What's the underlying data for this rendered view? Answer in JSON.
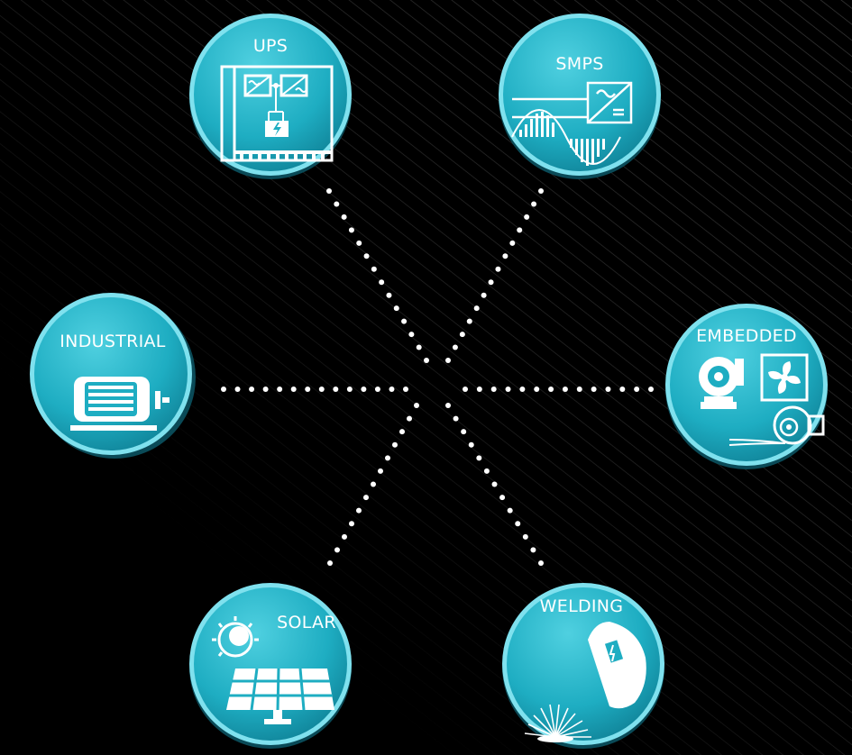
{
  "colors": {
    "background": "#000000",
    "disc_light": "#4fd0e0",
    "disc_mid": "#1eadc2",
    "disc_dark": "#0e7d92",
    "rim": "#7fe1ee",
    "dots": "#ffffff",
    "stripes": "#3a3a3a"
  },
  "nodes": {
    "ups": {
      "label": "UPS",
      "icon": "ups-inverter-icon"
    },
    "smps": {
      "label": "SMPS",
      "icon": "smps-waveform-icon"
    },
    "industrial": {
      "label": "INDUSTRIAL",
      "icon": "electric-motor-icon"
    },
    "embedded": {
      "label": "EMBEDDED",
      "icon": "pump-fan-motor-icon"
    },
    "solar": {
      "label": "SOLAR",
      "icon": "solar-panel-icon"
    },
    "welding": {
      "label": "WELDING",
      "icon": "welding-mask-icon"
    }
  }
}
